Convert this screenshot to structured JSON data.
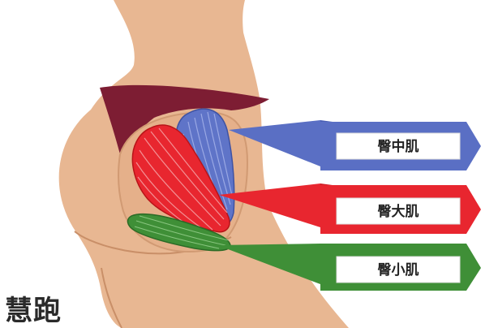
{
  "labels": {
    "gluteus_medius": "臀中肌",
    "gluteus_maximus": "臀大肌",
    "gluteus_minimus": "臀小肌"
  },
  "watermark": "慧跑",
  "colors": {
    "skin": "#e8b792",
    "skin_shadow": "#d19a73",
    "underwear": "#7d1d33",
    "medius": "#5a6fc4",
    "maximus": "#e8262f",
    "minimus": "#3f8f37",
    "label_box_border": "#dddddd"
  }
}
